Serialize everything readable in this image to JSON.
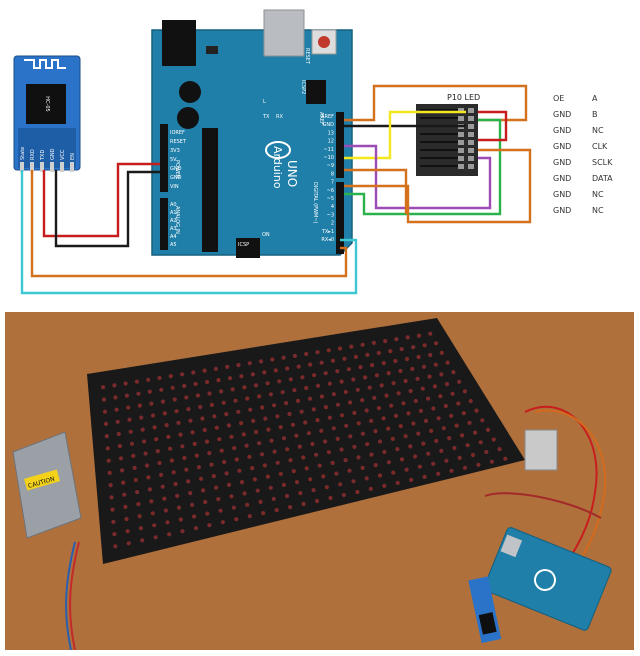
{
  "diagram": {
    "bt_module": {
      "name": "HC-05",
      "pins": [
        "State",
        "RXD",
        "TXD",
        "GND",
        "VCC",
        "EN"
      ]
    },
    "arduino": {
      "brand": "Arduino",
      "model": "UNO",
      "reset_label": "RESET",
      "icsp_label": "ICSP",
      "icsp2_label": "ICSP2",
      "aref_label": "AREF",
      "analog_label": "ANALOG IN",
      "digital_label": "DIGITAL (PWM~)",
      "power_label": "POWER",
      "on_label": "ON",
      "tx_label": "TX",
      "rx_label": "RX",
      "l_label": "L",
      "power_pins": [
        "IOREF",
        "RESET",
        "3V3",
        "5V",
        "GND",
        "GND",
        "VIN"
      ],
      "analog_pins": [
        "A0",
        "A1",
        "A2",
        "A3",
        "A4",
        "A5"
      ],
      "digital_pins": [
        "AREF",
        "GND",
        "13",
        "12",
        "~11",
        "~10",
        "~9",
        "8",
        "7",
        "~6",
        "~5",
        "4",
        "~3",
        "2",
        "TX▸1",
        "RX◂0"
      ]
    },
    "p10_connector": {
      "title": "P10 LED"
    },
    "pinout": [
      {
        "left": "OE",
        "right": "A"
      },
      {
        "left": "GND",
        "right": "B"
      },
      {
        "left": "GND",
        "right": "NC"
      },
      {
        "left": "GND",
        "right": "CLK"
      },
      {
        "left": "GND",
        "right": "SCLK"
      },
      {
        "left": "GND",
        "right": "DATA"
      },
      {
        "left": "GND",
        "right": "NC"
      },
      {
        "left": "GND",
        "right": "NC"
      }
    ],
    "colors": {
      "board": "#1f7fa8",
      "wire_red": "#c81d1d",
      "wire_black": "#1a1a1a",
      "wire_orange": "#d4711c",
      "wire_cyan": "#3cc7d2",
      "wire_yellow": "#f2e81d",
      "wire_green": "#2bb24c",
      "wire_purple": "#9d4bb5",
      "bt_board": "#2a73c8"
    }
  },
  "photo": {
    "psu_caution": "CAUTION",
    "colors": {
      "background": "#b0703c",
      "panel": "#191919",
      "led": "#7a2a2a"
    }
  }
}
